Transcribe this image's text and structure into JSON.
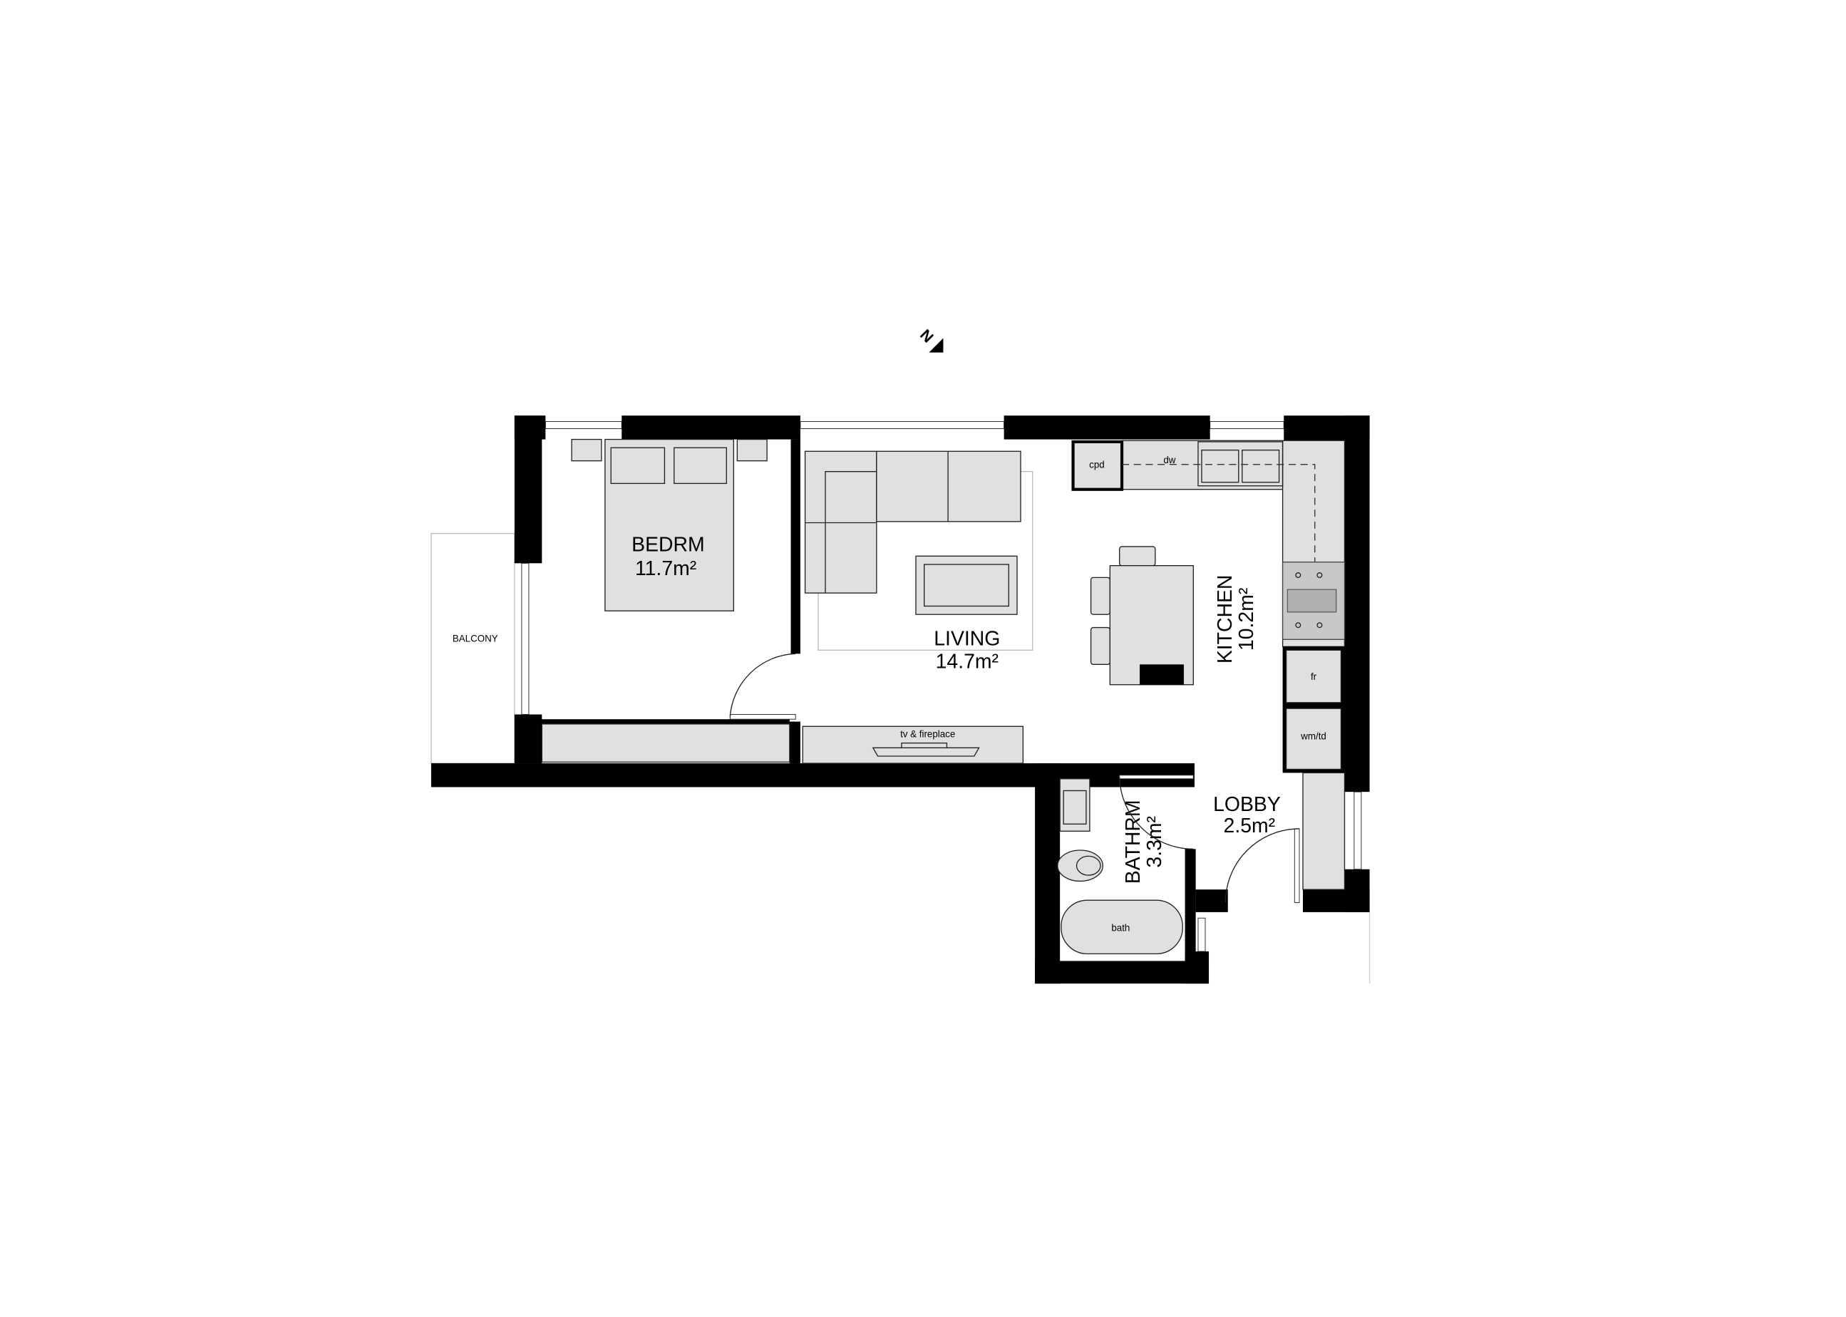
{
  "plan": {
    "north_label": "N",
    "rooms": {
      "bedroom": {
        "name": "BEDRM",
        "area": "11.7m²"
      },
      "living": {
        "name": "LIVING",
        "area": "14.7m²"
      },
      "kitchen": {
        "name": "KITCHEN",
        "area": "10.2m²"
      },
      "bathroom": {
        "name": "BATHRM",
        "area": "3.3m²"
      },
      "lobby": {
        "name": "LOBBY",
        "area": "2.5m²"
      },
      "balcony": {
        "name": "BALCONY"
      }
    },
    "fixtures": {
      "cupboard": "cpd",
      "dishwasher": "dw",
      "fridge": "fr",
      "laundry": "wm/td",
      "bath": "bath",
      "tv": "tv & fireplace"
    }
  },
  "colors": {
    "wall": "#000000",
    "furniture": "#e0e0e0",
    "background": "#ffffff"
  }
}
